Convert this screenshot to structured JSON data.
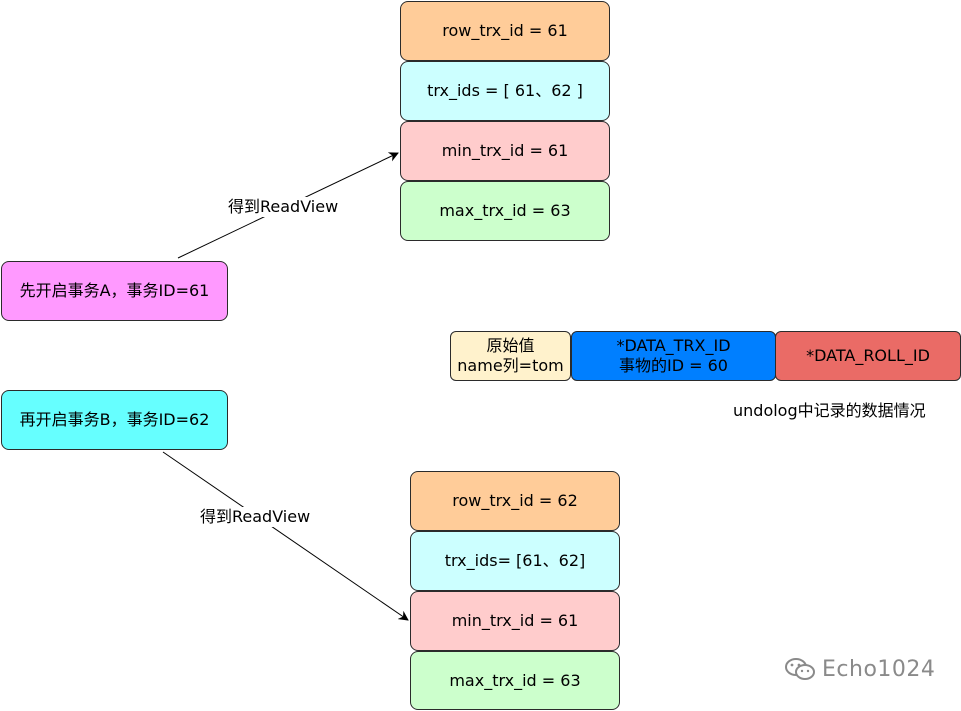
{
  "readview_a": {
    "row_trx_id": "row_trx_id = 61",
    "trx_ids": "trx_ids =  [ 61、62 ]",
    "min_trx_id": "min_trx_id =  61",
    "max_trx_id": "max_trx_id =  63"
  },
  "readview_b": {
    "row_trx_id": "row_trx_id = 62",
    "trx_ids": "trx_ids= [61、62]",
    "min_trx_id": "min_trx_id =  61",
    "max_trx_id": "max_trx_id = 63"
  },
  "transaction_a": "先开启事务A，事务ID=61",
  "transaction_b": "再开启事务B，事务ID=62",
  "arrow_label_a": "得到ReadView",
  "arrow_label_b": "得到ReadView",
  "record": {
    "original_value_line1": "原始值",
    "original_value_line2": "name列=tom",
    "data_trx_id_line1": "*DATA_TRX_ID",
    "data_trx_id_line2": "事物的ID = 60",
    "data_roll_id": "*DATA_ROLL_ID",
    "caption": "undolog中记录的数据情况"
  },
  "watermark": "Echo1024"
}
